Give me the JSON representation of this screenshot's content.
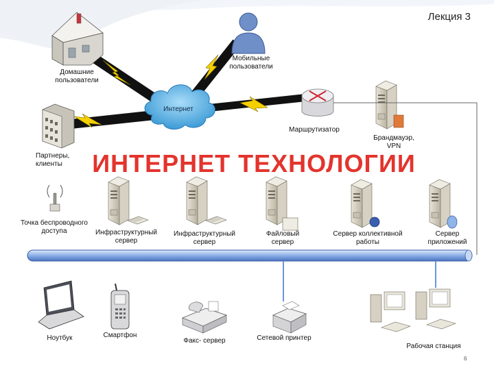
{
  "header": {
    "lecture": "Лекция 3"
  },
  "title": "ИНТЕРНЕТ ТЕХНОЛОГИИ",
  "page_number": "6",
  "nodes": {
    "home_users": "Домашние\nпользователи",
    "mobile_users": "Мобильные\nпользователи",
    "internet": "Интернет",
    "router": "Маршрутизатор",
    "firewall": "Брандмауэр,\nVPN",
    "partners": "Партнеры,\nклиенты",
    "wifi_ap": "Точка беспроводного\nдоступа",
    "infra_server_1": "Инфраструктурный\nсервер",
    "infra_server_2": "Инфраструктурный\nсервер",
    "file_server": "Файловый\nсервер",
    "collab_server": "Сервер коллективной\nработы",
    "app_server": "Сервер\nприложений",
    "laptop": "Ноутбук",
    "smartphone": "Смартфон",
    "fax_server": "Факс- сервер",
    "network_printer": "Сетевой принтер",
    "workstation": "Рабочая станция"
  },
  "colors": {
    "title": "#e3342d",
    "cloud": "#4aa8e0",
    "bus": "#6a95d8",
    "lightning": "#f5d000",
    "link": "#111111"
  }
}
